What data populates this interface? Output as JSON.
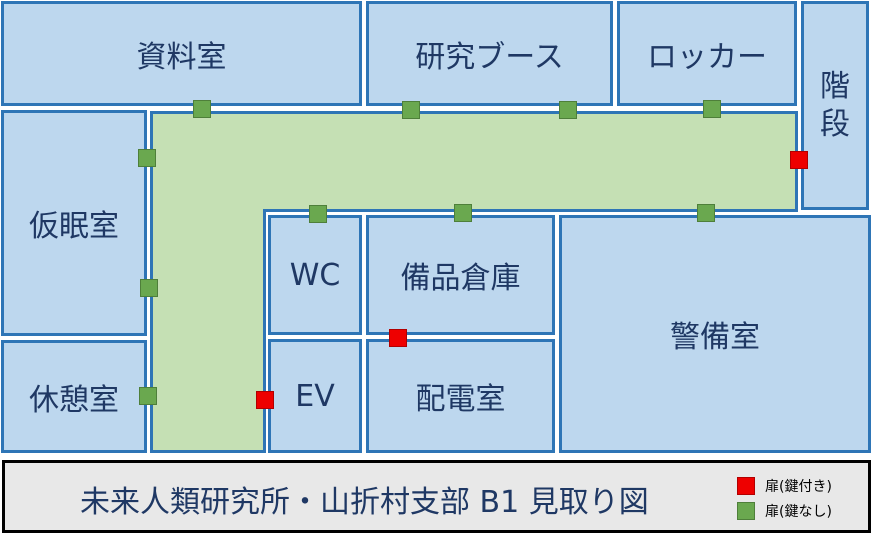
{
  "rooms": {
    "shiryoshitsu": "資料室",
    "kenkyu_booth": "研究ブース",
    "locker": "ロッカー",
    "kaidan_line1": "階",
    "kaidan_line2": "段",
    "kaminshitsu": "仮眠室",
    "kyukeishitsu": "休憩室",
    "wc": "WC",
    "ev": "EV",
    "bihin_soko": "備品倉庫",
    "haidenshitsu": "配電室",
    "keibishitsu": "警備室"
  },
  "caption": {
    "title": "未来人類研究所・山折村支部 B1 見取り図"
  },
  "legend": {
    "locked": "扉(鍵付き)",
    "free": "扉(鍵なし)"
  },
  "colors": {
    "room_fill": "#bdd7ee",
    "room_border": "#2e75b6",
    "corridor_fill": "#c5e0b4",
    "door_locked": "#ee0000",
    "door_free": "#6aa84f",
    "text": "#1f3864"
  }
}
